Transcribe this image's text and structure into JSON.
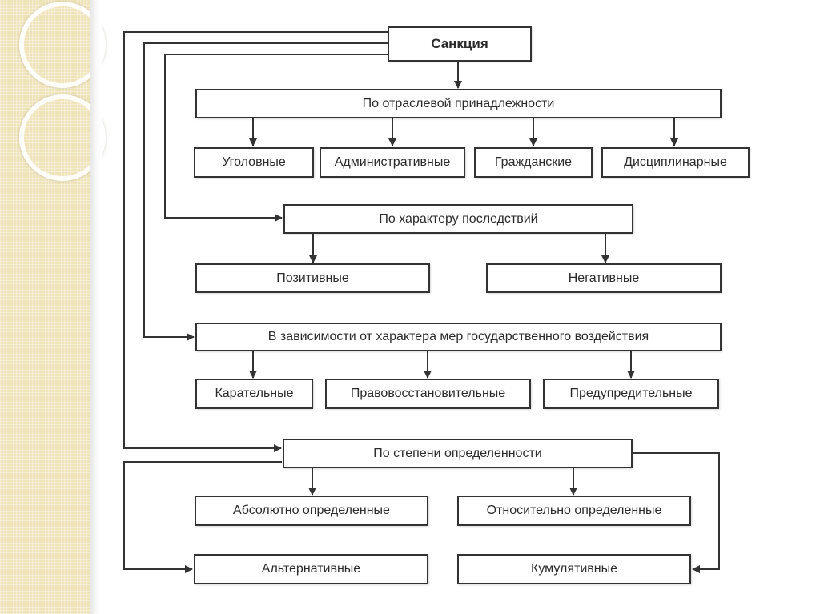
{
  "colors": {
    "line": "#333333",
    "box_border": "#333333",
    "side_panel": "#efe3b9"
  },
  "root": {
    "label": "Санкция"
  },
  "groups": [
    {
      "label": "По отраслевой принадлежности",
      "items": [
        "Уголовные",
        "Административные",
        "Гражданские",
        "Дисциплинарные"
      ]
    },
    {
      "label": "По характеру последствий",
      "items": [
        "Позитивные",
        "Негативные"
      ]
    },
    {
      "label": "В зависимости от характера мер государственного воздействия",
      "items": [
        "Карательные",
        "Правовосстановительные",
        "Предупредительные"
      ]
    },
    {
      "label": "По степени определенности",
      "items": [
        "Абсолютно определенные",
        "Относительно определенные",
        "Альтернативные",
        "Кумулятивные"
      ]
    }
  ]
}
